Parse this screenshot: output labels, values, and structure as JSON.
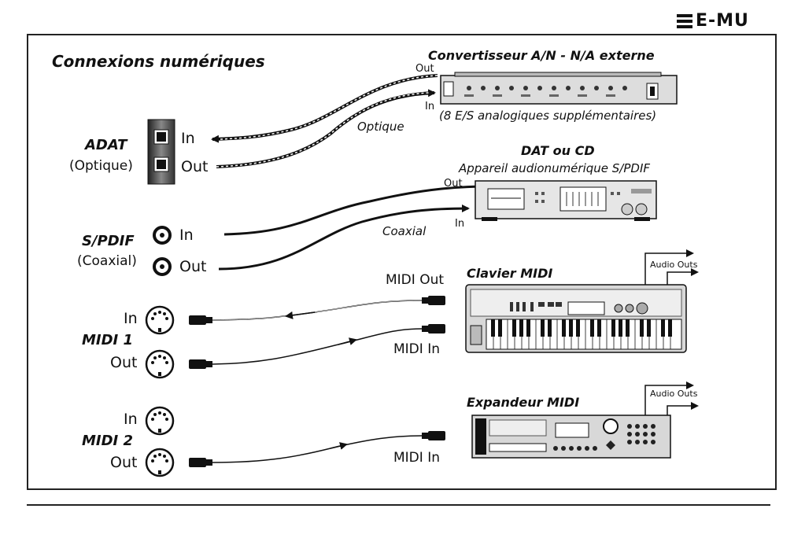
{
  "brand": {
    "logo_text": "E-MU"
  },
  "diagram": {
    "title": "Connexions numériques",
    "converter": {
      "title": "Convertisseur A/N - N/A externe",
      "subtitle": "(8 E/S analogiques supplémentaires)",
      "out_label": "Out",
      "in_label": "In"
    },
    "optical_label": "Optique",
    "adat": {
      "name": "ADAT",
      "type": "(Optique)",
      "in_label": "In",
      "out_label": "Out"
    },
    "dat": {
      "title": "DAT ou CD",
      "subtitle": "Appareil audionumérique S/PDIF",
      "out_label": "Out",
      "in_label": "In"
    },
    "coaxial_label": "Coaxial",
    "spdif": {
      "name": "S/PDIF",
      "type": "(Coaxial)",
      "in_label": "In",
      "out_label": "Out"
    },
    "keyboard": {
      "title": "Clavier MIDI",
      "midi_out": "MIDI Out",
      "midi_in": "MIDI In",
      "audio_outs": "Audio Outs"
    },
    "midi1": {
      "name": "MIDI 1",
      "in_label": "In",
      "out_label": "Out"
    },
    "expander": {
      "title": "Expandeur MIDI",
      "midi_in": "MIDI In",
      "audio_outs": "Audio Outs"
    },
    "midi2": {
      "name": "MIDI 2",
      "in_label": "In",
      "out_label": "Out"
    }
  }
}
